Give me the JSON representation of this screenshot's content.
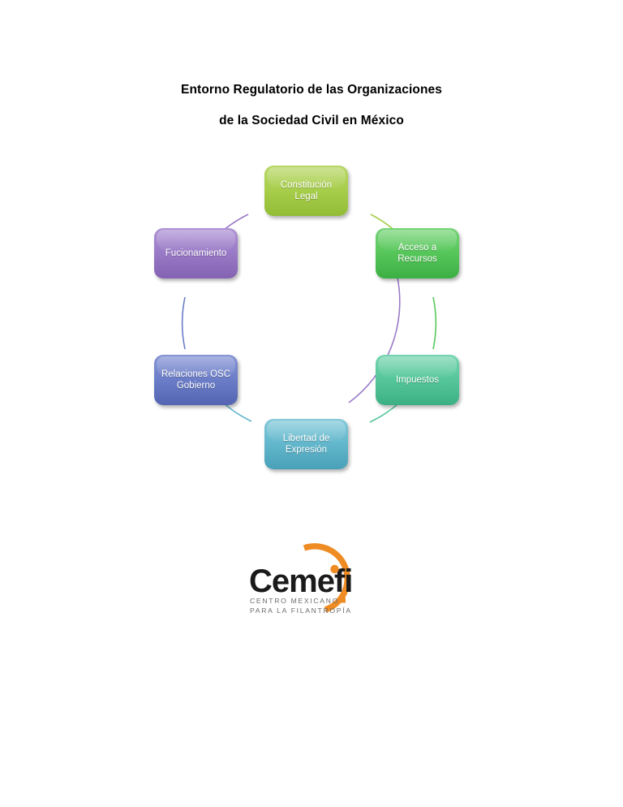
{
  "document": {
    "title_line_1": "Entorno Regulatorio de las Organizaciones",
    "title_line_2": "de la Sociedad Civil en México"
  },
  "diagram": {
    "type": "cycle",
    "nodes": [
      {
        "id": "constitucion-legal",
        "label": "Constitución Legal",
        "label_line_1": "Constitución",
        "label_line_2": "Legal",
        "color": "#A8CE4C",
        "position": "top"
      },
      {
        "id": "acceso-a-recursos",
        "label": "Acceso a Recursos",
        "label_line_1": "Acceso a",
        "label_line_2": "Recursos",
        "color": "#57C75B",
        "position": "upper-right"
      },
      {
        "id": "impuestos",
        "label": "Impuestos",
        "label_line_1": "Impuestos",
        "label_line_2": "",
        "color": "#56C79B",
        "position": "lower-right"
      },
      {
        "id": "libertad-de-expresion",
        "label": "Libertad de Expresión",
        "label_line_1": "Libertad de",
        "label_line_2": "Expresión",
        "color": "#64B8CD",
        "position": "bottom"
      },
      {
        "id": "relaciones-osc-gobierno",
        "label": "Relaciones OSC Gobierno",
        "label_line_1": "Relaciones OSC",
        "label_line_2": "Gobierno",
        "color": "#6C7EC8",
        "position": "lower-left"
      },
      {
        "id": "fucionamiento",
        "label": "Fucionamiento",
        "label_line_1": "Fucionamiento",
        "label_line_2": "",
        "color": "#9A7BC7",
        "position": "upper-left"
      }
    ]
  },
  "logo": {
    "name": "cemefi-logo",
    "wordmark": "Cemefi",
    "tagline_line_1": "CENTRO MEXICANO",
    "tagline_line_2": "PARA LA FILANTROPÍA",
    "accent_color": "#EE8B22",
    "wordmark_color": "#1A1A1A",
    "tagline_color": "#6A6A6A"
  }
}
